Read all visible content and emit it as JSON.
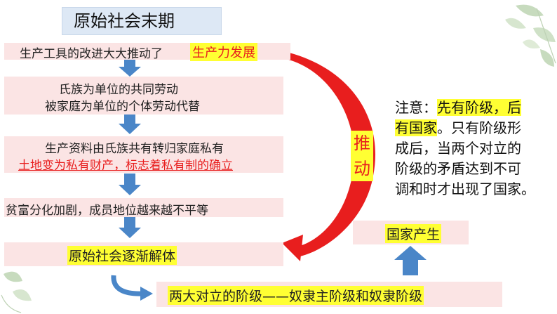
{
  "title": "原始社会末期",
  "steps": {
    "s1_prefix": "生产工具的改进大大推动了",
    "s1_highlight": "生产力发展",
    "s2_line1": "氏族为单位的共同劳动",
    "s2_line2": "被家庭为单位的个体劳动代替",
    "s3_line1": "生产资料由氏族共有转归家庭私有",
    "s3_line2": "土地变为私有财产，标志着私有制的确立",
    "s4": "贫富分化加剧，成员地位越来越不平等",
    "s5": "原始社会逐渐解体",
    "s6": "两大对立的阶级——奴隶主阶级和奴隶阶级"
  },
  "push_label": [
    "推",
    "动"
  ],
  "note": {
    "prefix": "注意：",
    "highlight_line1": "先有阶级，后",
    "highlight_line2": "有国家",
    "rest_line2": "。只有阶级形",
    "line3": "成后，当两个对立的",
    "line4": "阶级的矛盾达到不可",
    "line5": "调和时才出现了国家。"
  },
  "state": "国家产生",
  "colors": {
    "pink": "#fbe4e4",
    "blue_arrow": "#4a86c8",
    "red": "#e81e1e",
    "yellow": "#ffff33"
  }
}
